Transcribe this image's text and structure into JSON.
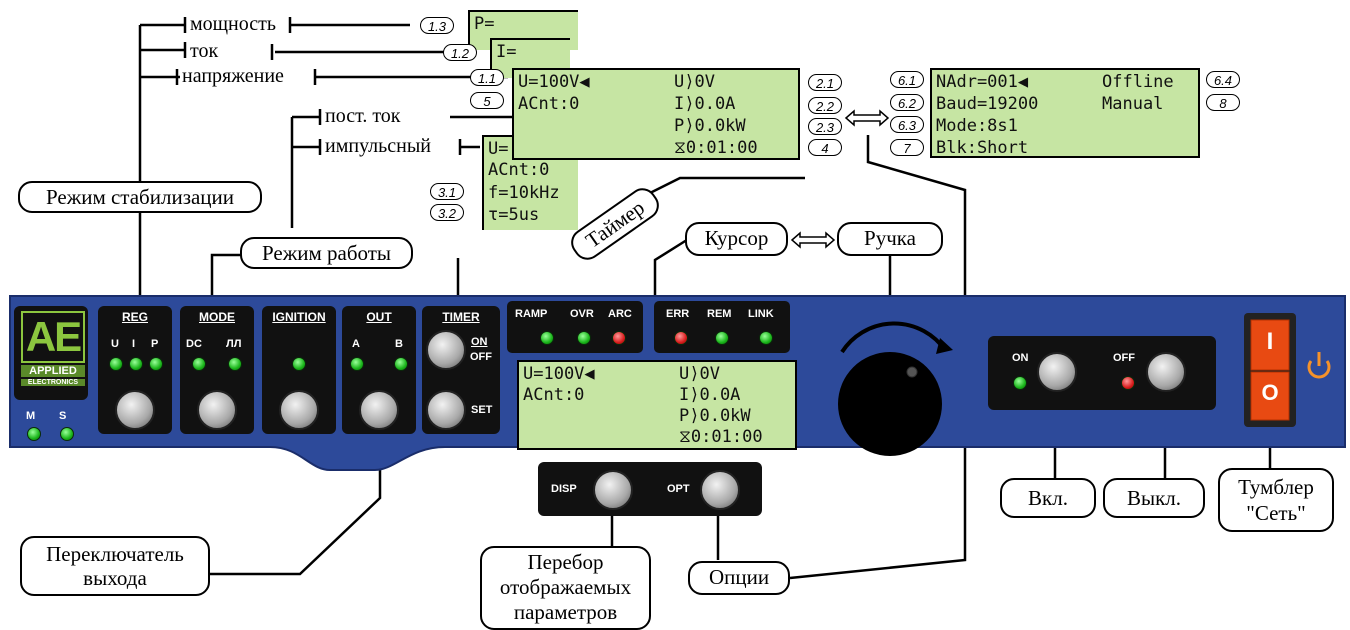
{
  "callouts": {
    "stabilization_mode": "Режим стабилизации",
    "operating_mode": "Режим работы",
    "timer": "Таймер",
    "cursor": "Курсор",
    "knob": "Ручка",
    "output_switch": "Переключатель выхода",
    "param_cycle": "Перебор отображаемых параметров",
    "options": "Опции",
    "on": "Вкл.",
    "off": "Выкл.",
    "mains_switch": "Тумблер \"Сеть\""
  },
  "tree_labels": {
    "power": "мощность",
    "current": "ток",
    "voltage": "напряжение",
    "dc": "пост. ток",
    "pulse": "импульсный"
  },
  "lcd_main": {
    "l1a": "U=100V◀",
    "l1b": "U⟩0V",
    "l2a": "ACnt:0",
    "l2b": "I⟩0.0A",
    "l3b": "P⟩0.0kW",
    "l4b": "⧖0:01:00"
  },
  "lcd_power_stub": "P=",
  "lcd_current_stub": "I=",
  "lcd_pulse": {
    "l1": "U=",
    "l2": "ACnt:0",
    "l3": "f=10kHz",
    "l4": "τ=5us"
  },
  "lcd_options": {
    "l1a": "NAdr=001◀",
    "l1b": "Offline",
    "l2a": "Baud=19200",
    "l2b": "Manual",
    "l3a": "Mode:8s1",
    "l4a": "Blk:Short"
  },
  "refs": {
    "r13": "1.3",
    "r12": "1.2",
    "r11": "1.1",
    "r5": "5",
    "r31": "3.1",
    "r32": "3.2",
    "r21": "2.1",
    "r22": "2.2",
    "r23": "2.3",
    "r4": "4",
    "r61": "6.1",
    "r62": "6.2",
    "r63": "6.3",
    "r7": "7",
    "r64": "6.4",
    "r8": "8"
  },
  "panel": {
    "logo_top": "AE",
    "logo_line1": "APPLIED",
    "logo_line2": "ELECTRONICS",
    "led_m": "M",
    "led_s": "S",
    "reg": {
      "title": "REG",
      "u": "U",
      "i": "I",
      "p": "P"
    },
    "mode": {
      "title": "MODE",
      "dc": "DC",
      "pulse": "ЛЛ"
    },
    "ignition": {
      "title": "IGNITION"
    },
    "out": {
      "title": "OUT",
      "a": "A",
      "b": "B"
    },
    "timer": {
      "title": "TIMER",
      "on": "ON",
      "off": "OFF",
      "set": "SET"
    },
    "status1": {
      "ramp": "RAMP",
      "ovr": "OVR",
      "arc": "ARC"
    },
    "status2": {
      "err": "ERR",
      "rem": "REM",
      "link": "LINK"
    },
    "disp": "DISP",
    "opt": "OPT",
    "power_on": "ON",
    "power_off": "OFF",
    "rocker_on": "I",
    "rocker_off": "O"
  },
  "colors": {
    "panel_blue": "#2d4a9a",
    "lcd_green": "#c6e5a3",
    "led_green": "#1ab51a",
    "led_red": "#d81c1c",
    "rocker_red": "#e84a12",
    "power_icon": "#f5922a"
  }
}
